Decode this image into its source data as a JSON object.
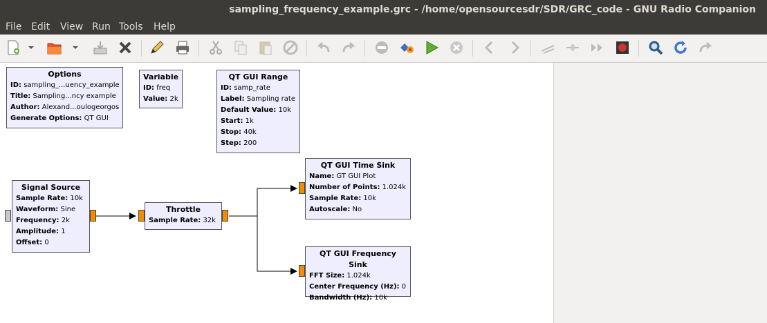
{
  "window": {
    "title": "sampling_frequency_example.grc - /home/opensourcesdr/SDR/GRC_code - GNU Radio Companion"
  },
  "menu": [
    "File",
    "Edit",
    "View",
    "Run",
    "Tools",
    "Help"
  ],
  "toolbar_icons": [
    "new-icon",
    "new-dropdown-icon",
    "open-icon",
    "open-dropdown-icon",
    "save-icon",
    "close-icon",
    "edit-icon",
    "print-icon",
    "cut-icon",
    "copy-icon",
    "paste-icon",
    "delete-icon",
    "undo-icon",
    "redo-icon",
    "disable-icon",
    "generate-icon",
    "execute-icon",
    "stop-icon",
    "rotate-left-icon",
    "rotate-right-icon",
    "enable-icon",
    "bypass-icon",
    "move-icon",
    "kill-icon",
    "find-icon",
    "reload-icon",
    "more-icon"
  ],
  "blocks": {
    "options": {
      "title": "Options",
      "params": [
        {
          "k": "ID:",
          "v": "sampling_...uency_example"
        },
        {
          "k": "Title:",
          "v": "Sampling...ncy example"
        },
        {
          "k": "Author:",
          "v": "Alexand...oulogeorgos"
        },
        {
          "k": "Generate Options:",
          "v": "QT GUI"
        }
      ]
    },
    "variable": {
      "title": "Variable",
      "params": [
        {
          "k": "ID:",
          "v": "freq"
        },
        {
          "k": "Value:",
          "v": "2k"
        }
      ]
    },
    "range": {
      "title": "QT GUI Range",
      "params": [
        {
          "k": "ID:",
          "v": "samp_rate"
        },
        {
          "k": "Label:",
          "v": "Sampling rate"
        },
        {
          "k": "Default Value:",
          "v": "10k"
        },
        {
          "k": "Start:",
          "v": "1k"
        },
        {
          "k": "Stop:",
          "v": "40k"
        },
        {
          "k": "Step:",
          "v": "200"
        }
      ]
    },
    "source": {
      "title": "Signal Source",
      "params": [
        {
          "k": "Sample Rate:",
          "v": "10k"
        },
        {
          "k": "Waveform:",
          "v": "Sine"
        },
        {
          "k": "Frequency:",
          "v": "2k"
        },
        {
          "k": "Amplitude:",
          "v": "1"
        },
        {
          "k": "Offset:",
          "v": "0"
        }
      ]
    },
    "throttle": {
      "title": "Throttle",
      "params": [
        {
          "k": "Sample Rate:",
          "v": "32k"
        }
      ]
    },
    "timesink": {
      "title": "QT GUI Time Sink",
      "params": [
        {
          "k": "Name:",
          "v": "GT GUI Plot"
        },
        {
          "k": "Number of Points:",
          "v": "1.024k"
        },
        {
          "k": "Sample Rate:",
          "v": "10k"
        },
        {
          "k": "Autoscale:",
          "v": "No"
        }
      ]
    },
    "freqsink": {
      "title": "QT GUI Frequency Sink",
      "params": [
        {
          "k": "FFT Size:",
          "v": "1.024k"
        },
        {
          "k": "Center Frequency (Hz):",
          "v": "0"
        },
        {
          "k": "Bandwidth (Hz):",
          "v": "10k"
        }
      ]
    }
  }
}
